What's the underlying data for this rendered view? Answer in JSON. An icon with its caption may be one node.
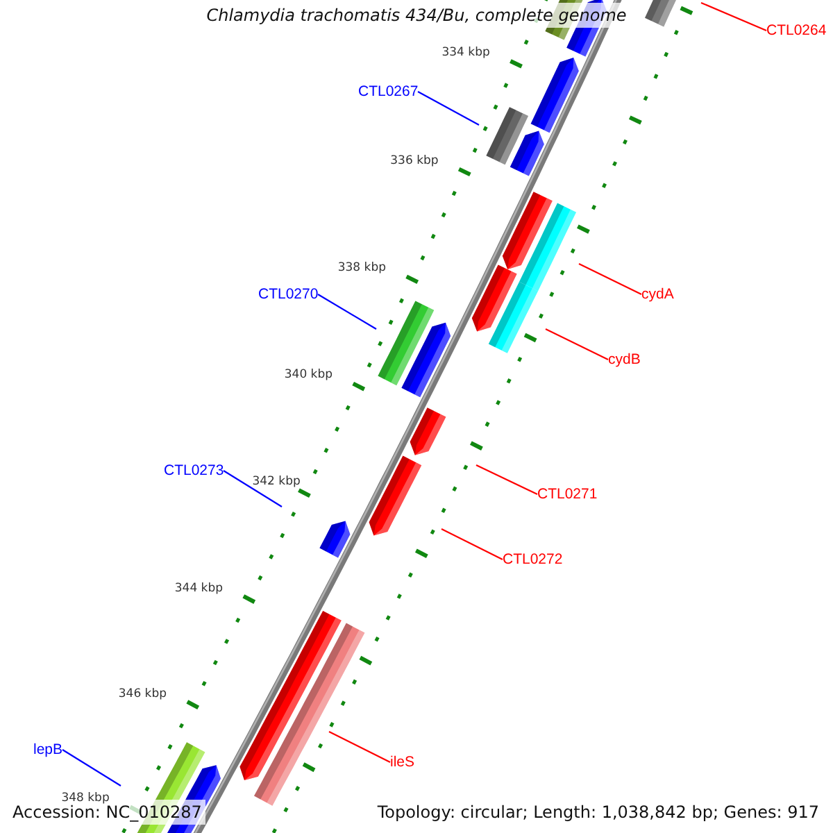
{
  "diagram": {
    "title": "Chlamydia trachomatis 434/Bu, complete genome",
    "nodes": [
      {
        "text": [
          "CTL0264"
        ]
      },
      {
        "text": [
          "CTL0267"
        ]
      },
      {
        "text": [
          "CTL0270"
        ]
      },
      {
        "text": [
          "cydA"
        ]
      },
      {
        "text": [
          "cydB"
        ]
      },
      {
        "text": [
          "CTL0273"
        ]
      },
      {
        "text": [
          "CTL0271"
        ]
      },
      {
        "text": [
          "CTL0272"
        ]
      },
      {
        "text": [
          "lepB"
        ]
      },
      {
        "text": [
          "ileS"
        ]
      }
    ],
    "edges": [
      {
        "from": 0,
        "to": null,
        "arrow": "none"
      },
      {
        "from": 1,
        "to": null,
        "arrow": "none",
        "color": "#0000ff"
      },
      {
        "from": 2,
        "to": null,
        "arrow": "none",
        "color": "#0000ff"
      },
      {
        "from": 3,
        "to": null,
        "arrow": "none"
      },
      {
        "from": 4,
        "to": null,
        "arrow": "none"
      },
      {
        "from": 5,
        "to": null,
        "arrow": "none",
        "color": "#0000ff"
      },
      {
        "from": 6,
        "to": null,
        "arrow": "none"
      },
      {
        "from": 7,
        "to": null,
        "arrow": "none"
      },
      {
        "from": 8,
        "to": null,
        "arrow": "none",
        "color": "#0000ff"
      },
      {
        "from": 9,
        "to": null,
        "arrow": "none"
      }
    ],
    "labels": [
      "334 kbp",
      "336 kbp",
      "338 kbp",
      "340 kbp",
      "342 kbp",
      "344 kbp",
      "346 kbp",
      "348 kbp",
      "Accession: NC_010287",
      "Topology: circular; Length: 1,038,842 bp; Genes: 917"
    ]
  }
}
